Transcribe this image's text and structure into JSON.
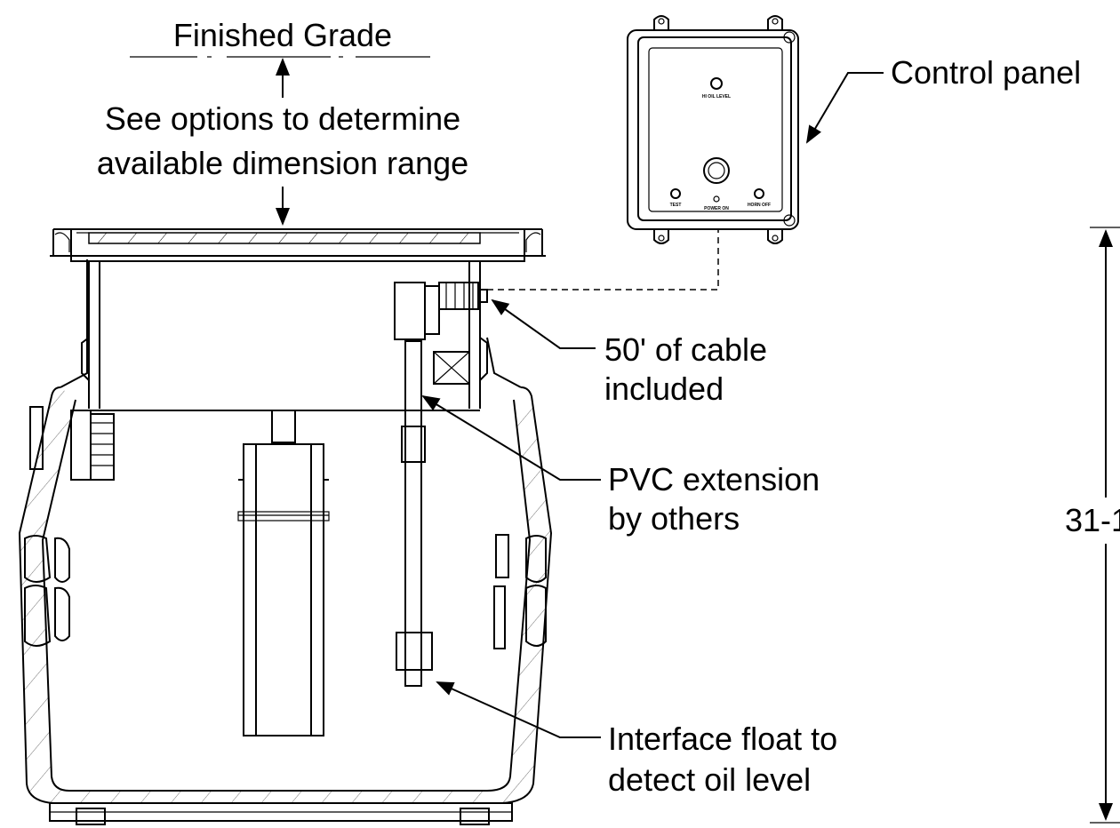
{
  "labels": {
    "finished_grade": "Finished Grade",
    "dimension_note_line1": "See options to determine",
    "dimension_note_line2": "available dimension range",
    "control_panel": "Control panel",
    "cable_line1": "50' of cable",
    "cable_line2": "included",
    "pvc_line1": "PVC extension",
    "pvc_line2": "by others",
    "float_line1": "Interface float to",
    "float_line2": "detect oil level",
    "height_dimension": "31-1"
  },
  "panel_text": {
    "hi_oil_level": "HI OIL LEVEL",
    "test": "TEST",
    "power_on": "POWER ON",
    "horn_off": "HORN OFF"
  },
  "colors": {
    "line": "#000000",
    "background": "#ffffff"
  }
}
